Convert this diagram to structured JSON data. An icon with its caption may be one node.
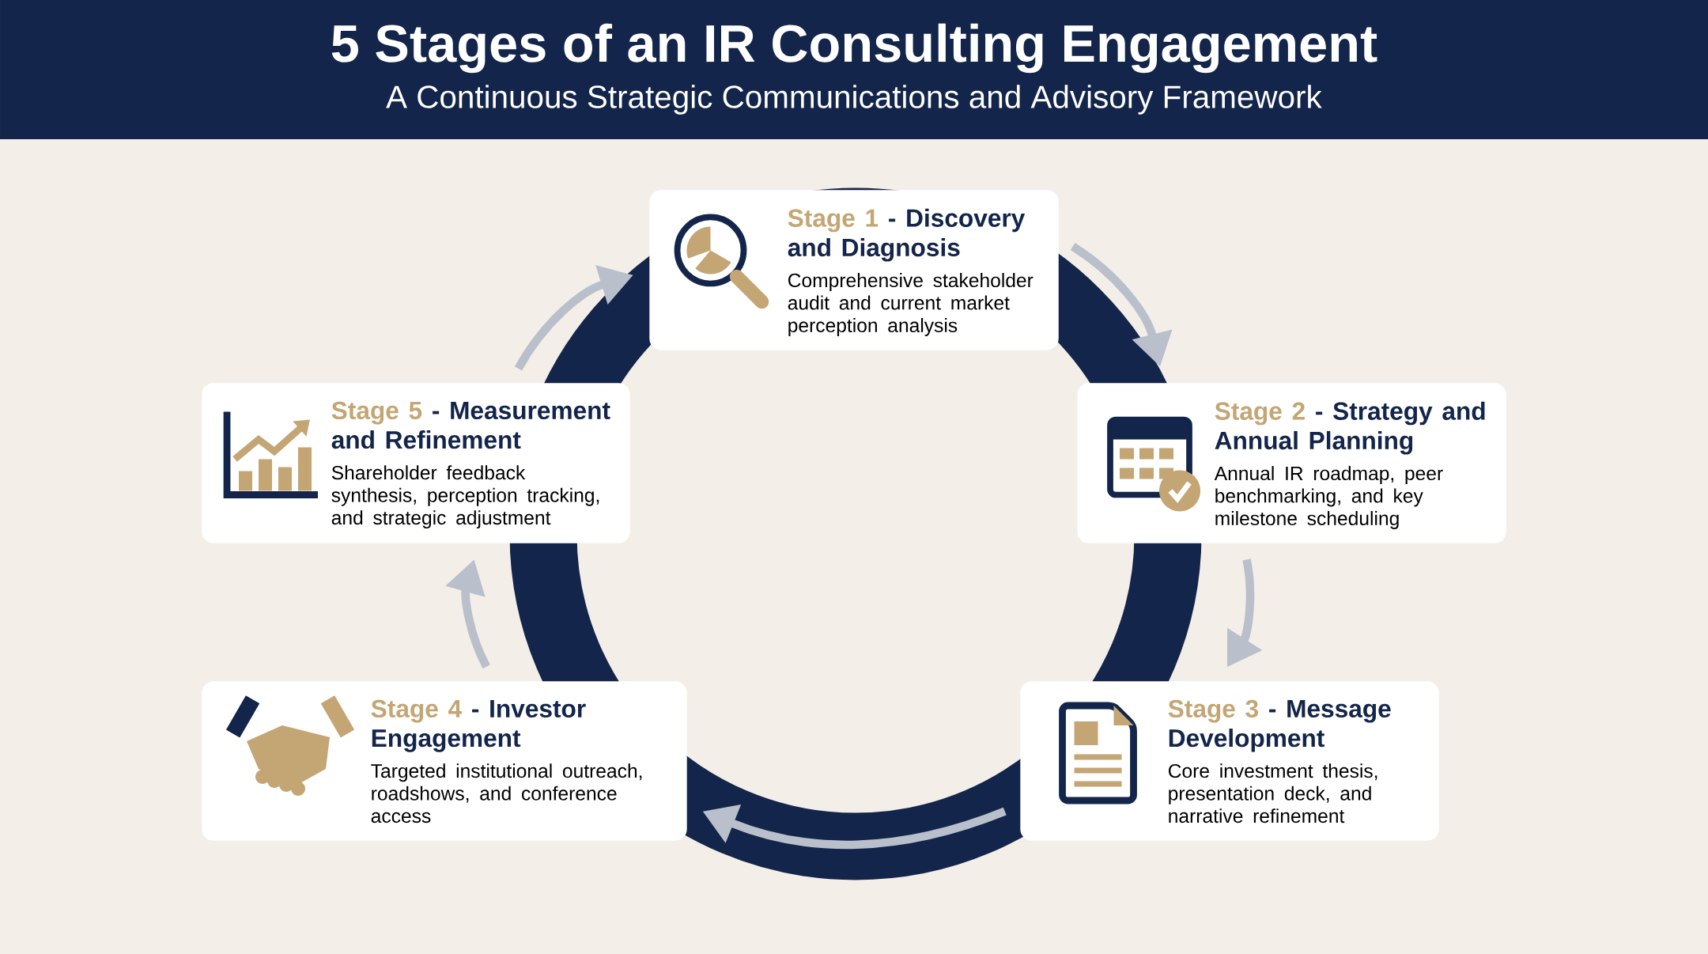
{
  "diagram": {
    "title": "5 Stages of an IR Consulting Engagement",
    "caption": "A Continuous Strategic Communications and Advisory Framework",
    "nodes": [
      {
        "text": [
          "Stage 1",
          "- Discovery and Diagnosis",
          "Comprehensive stakeholder audit and current market perception analysis"
        ]
      },
      {
        "text": [
          "Stage 2",
          "- Strategy and Annual Planning",
          "Annual IR roadmap, peer benchmarking, and key milestone scheduling"
        ]
      },
      {
        "text": [
          "Stage 3",
          "- Message Development",
          "Core investment thesis, presentation deck, and narrative refinement"
        ]
      },
      {
        "text": [
          "Stage 4",
          "- Investor Engagement",
          "Targeted institutional outreach, roadshows, and conference access"
        ]
      },
      {
        "text": [
          "Stage 5",
          "- Measurement and Refinement",
          "Shareholder feedback synthesis, perception tracking, and strategic adjustment"
        ]
      }
    ],
    "edges": [
      {
        "from": 0,
        "to": 1,
        "arrow": "to"
      },
      {
        "from": 1,
        "to": 2,
        "arrow": "to"
      },
      {
        "from": 2,
        "to": 3,
        "arrow": "to"
      },
      {
        "from": 3,
        "to": 4,
        "arrow": "to"
      },
      {
        "from": 4,
        "to": 0,
        "arrow": "to"
      }
    ]
  }
}
